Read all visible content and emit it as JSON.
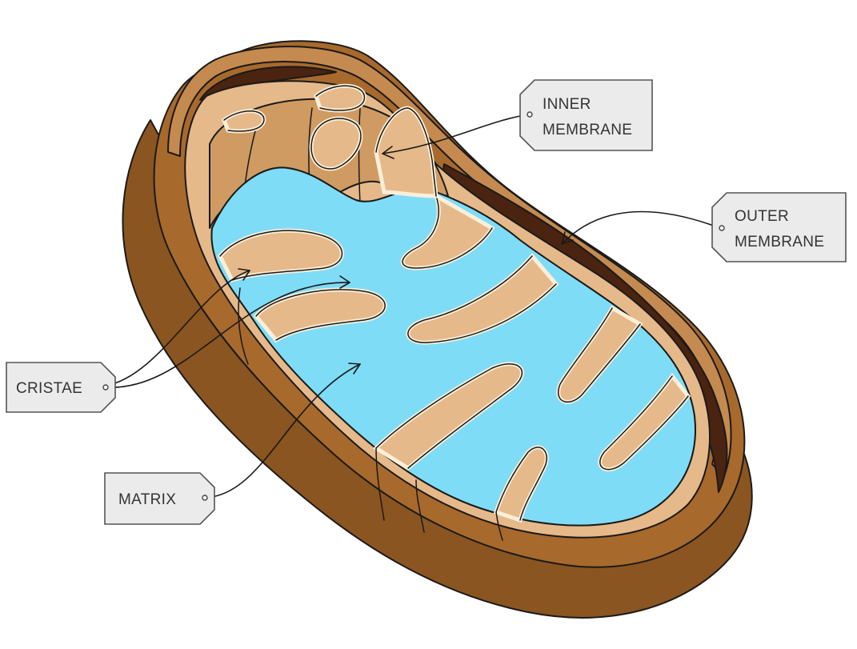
{
  "labels": {
    "inner_membrane_line1": "INNER",
    "inner_membrane_line2": "MEMBRANE",
    "outer_membrane_line1": "OUTER",
    "outer_membrane_line2": "MEMBRANE",
    "cristae": "CRISTAE",
    "matrix": "MATRIX"
  },
  "colors": {
    "outer_dark": "#7a4a1c",
    "outer_mid": "#a8692c",
    "outer_light": "#c58a4f",
    "inner_tan": "#e6b98a",
    "inner_tan_dark": "#cf9b63",
    "cavity_dark": "#4a2410",
    "matrix_blue": "#7fdcf7",
    "membrane_cream": "#fbefd9",
    "tag_fill": "#ebebeb",
    "tag_stroke": "#555555"
  }
}
